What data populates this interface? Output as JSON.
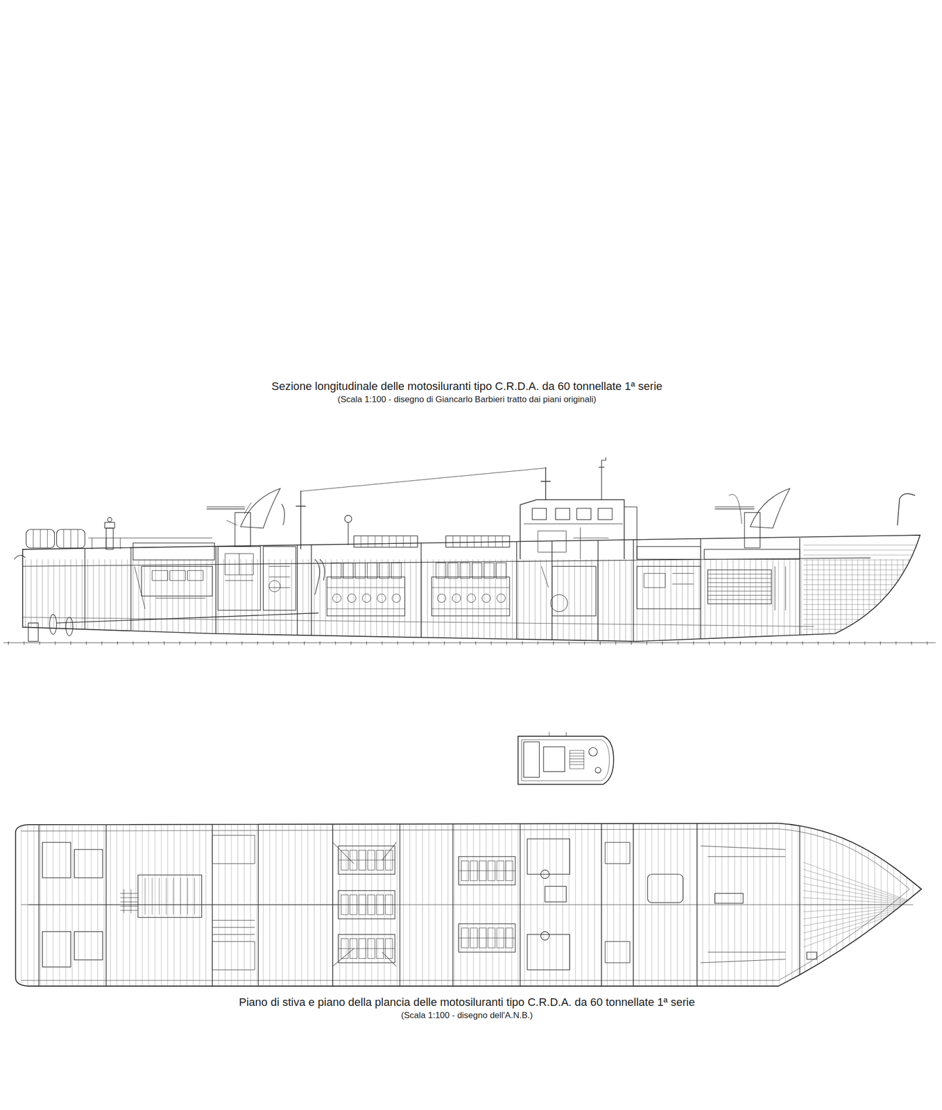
{
  "diagram": {
    "title": "Sezione longitudinale delle motosiluranti tipo C.R.D.A. da 60 tonnellate 1ª serie",
    "caption": "Piano di stiva e piano della plancia delle motosiluranti tipo C.R.D.A. da 60 tonnellate 1ª serie",
    "labels": [
      "(Scala 1:100 - disegno di Giancarlo Barbieri tratto dai piani originali)",
      "(Scala 1:100 - disegno dell'A.N.B.)"
    ]
  }
}
